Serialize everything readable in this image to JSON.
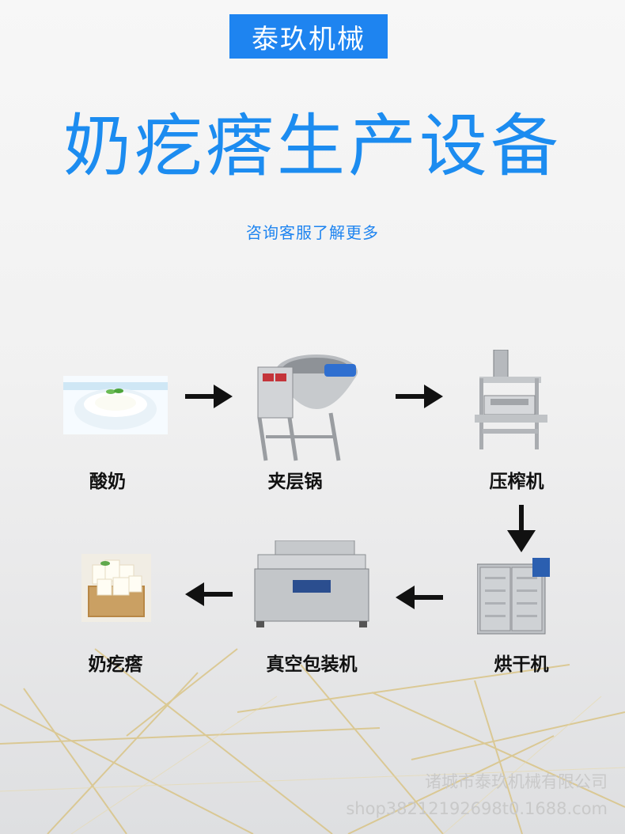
{
  "brand": "泰玖机械",
  "title": "奶疙瘩生产设备",
  "subtitle": "咨询客服了解更多",
  "process": {
    "yogurt": "酸奶",
    "kettle": "夹层锅",
    "press": "压榨机",
    "dryer": "烘干机",
    "vacuum": "真空包装机",
    "product": "奶疙瘩"
  },
  "watermark": {
    "company": "诸城市泰玖机械有限公司",
    "shop": "shop38212192698t0.1688.com"
  },
  "colors": {
    "accent": "#1e84f0",
    "title": "#1c8cf0"
  },
  "icons": [
    "arrow-right-icon",
    "arrow-down-icon",
    "arrow-left-icon"
  ]
}
